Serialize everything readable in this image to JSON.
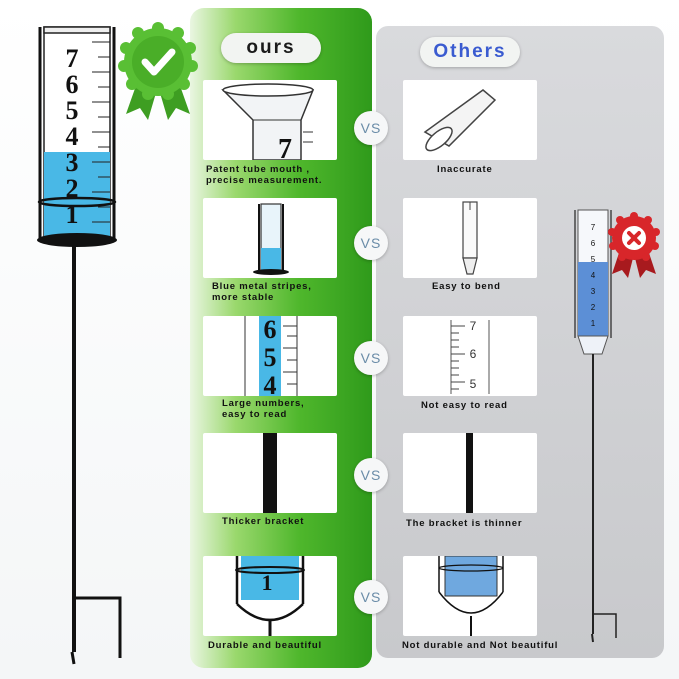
{
  "header": {
    "ours_label": "ours",
    "others_label": "Others"
  },
  "vs_label": "VS",
  "gauge_numbers": [
    "7",
    "6",
    "5",
    "4",
    "3",
    "2",
    "1"
  ],
  "small_gauge_numbers": [
    "7",
    "6",
    "5",
    "4",
    "3",
    "2",
    "1"
  ],
  "rows": [
    {
      "ours_caption": [
        "Patent tube mouth ,",
        "precise measurement."
      ],
      "others_caption": [
        "Inaccurate"
      ]
    },
    {
      "ours_caption": [
        "Blue metal stripes,",
        "more stable"
      ],
      "others_caption": [
        "Easy to bend"
      ]
    },
    {
      "ours_caption": [
        "Large numbers,",
        "easy to read"
      ],
      "others_caption": [
        "Not easy to read"
      ]
    },
    {
      "ours_caption": [
        "Thicker bracket"
      ],
      "others_caption": [
        "The bracket is thinner"
      ]
    },
    {
      "ours_caption": [
        "Durable and beautiful"
      ],
      "others_caption": [
        "Not durable and Not beautiful"
      ]
    }
  ],
  "card_digits": {
    "row1_ours": "7",
    "row3_ours": [
      "6",
      "5",
      "4"
    ],
    "row3_others": [
      "7",
      "6",
      "5"
    ],
    "row5_ours": "1"
  },
  "colors": {
    "accent_green": "#4fb72c",
    "water_blue": "#49b8e6",
    "badge_red": "#d8262a",
    "others_blue": "#3a5bd0"
  }
}
